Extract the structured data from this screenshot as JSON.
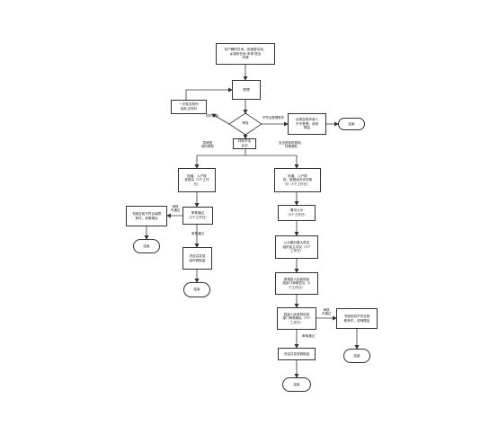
{
  "nodes": {
    "start_note": "向户籍所在地、街道居住地、\n乡镇所在地            申请        提出\n申请",
    "accept": "受理",
    "notify_supplement": "一次性告知所\n缺补正材料",
    "review": "审查",
    "not_eligible_notify": "出具告知申请人\n不予受理，说明\n理由",
    "end_1": "结束",
    "materials_complete": "材料齐全\n合法",
    "branch_left_ipc": "街道、入户核\n查核实（2个工作\n日）",
    "branch_right_ipc": "街道、入户核\n查、家庭经济状况核\n对（5个工作日）",
    "reject_left": "书面告知不符合保障\n条件，说明理由",
    "review_left": "审核通过\n（2个工作日）",
    "end_2": "结束",
    "decide_left": "决定并发放\n临时救助金",
    "end_3": "结束",
    "publicity": "情况公示\n（5个工作日）",
    "community_review": "公示期对重大异议\n组织民主评议（5个\n工作日）",
    "report_district": "报请县人民政府民\n政部门审核意见（2\n个工作日）",
    "district_review": "县级人民政府民政\n部门审核确认（5个\n工作日）",
    "reject_right": "书面告知不符合救\n助条件，说明理由",
    "end_4": "结束",
    "decide_right": "决定并发放救助金",
    "end_5": "结束"
  },
  "labels": {
    "incomplete": "材料不全",
    "not_meet": "不符合受理条件",
    "urgent": "急难型\n临时救助",
    "general": "支出型临时救助、\n特殊救助",
    "fail_left": "审核\n不通过",
    "pass_left": "审核通过",
    "fail_right": "审核\n不通过",
    "pass_right": "审核通过"
  }
}
